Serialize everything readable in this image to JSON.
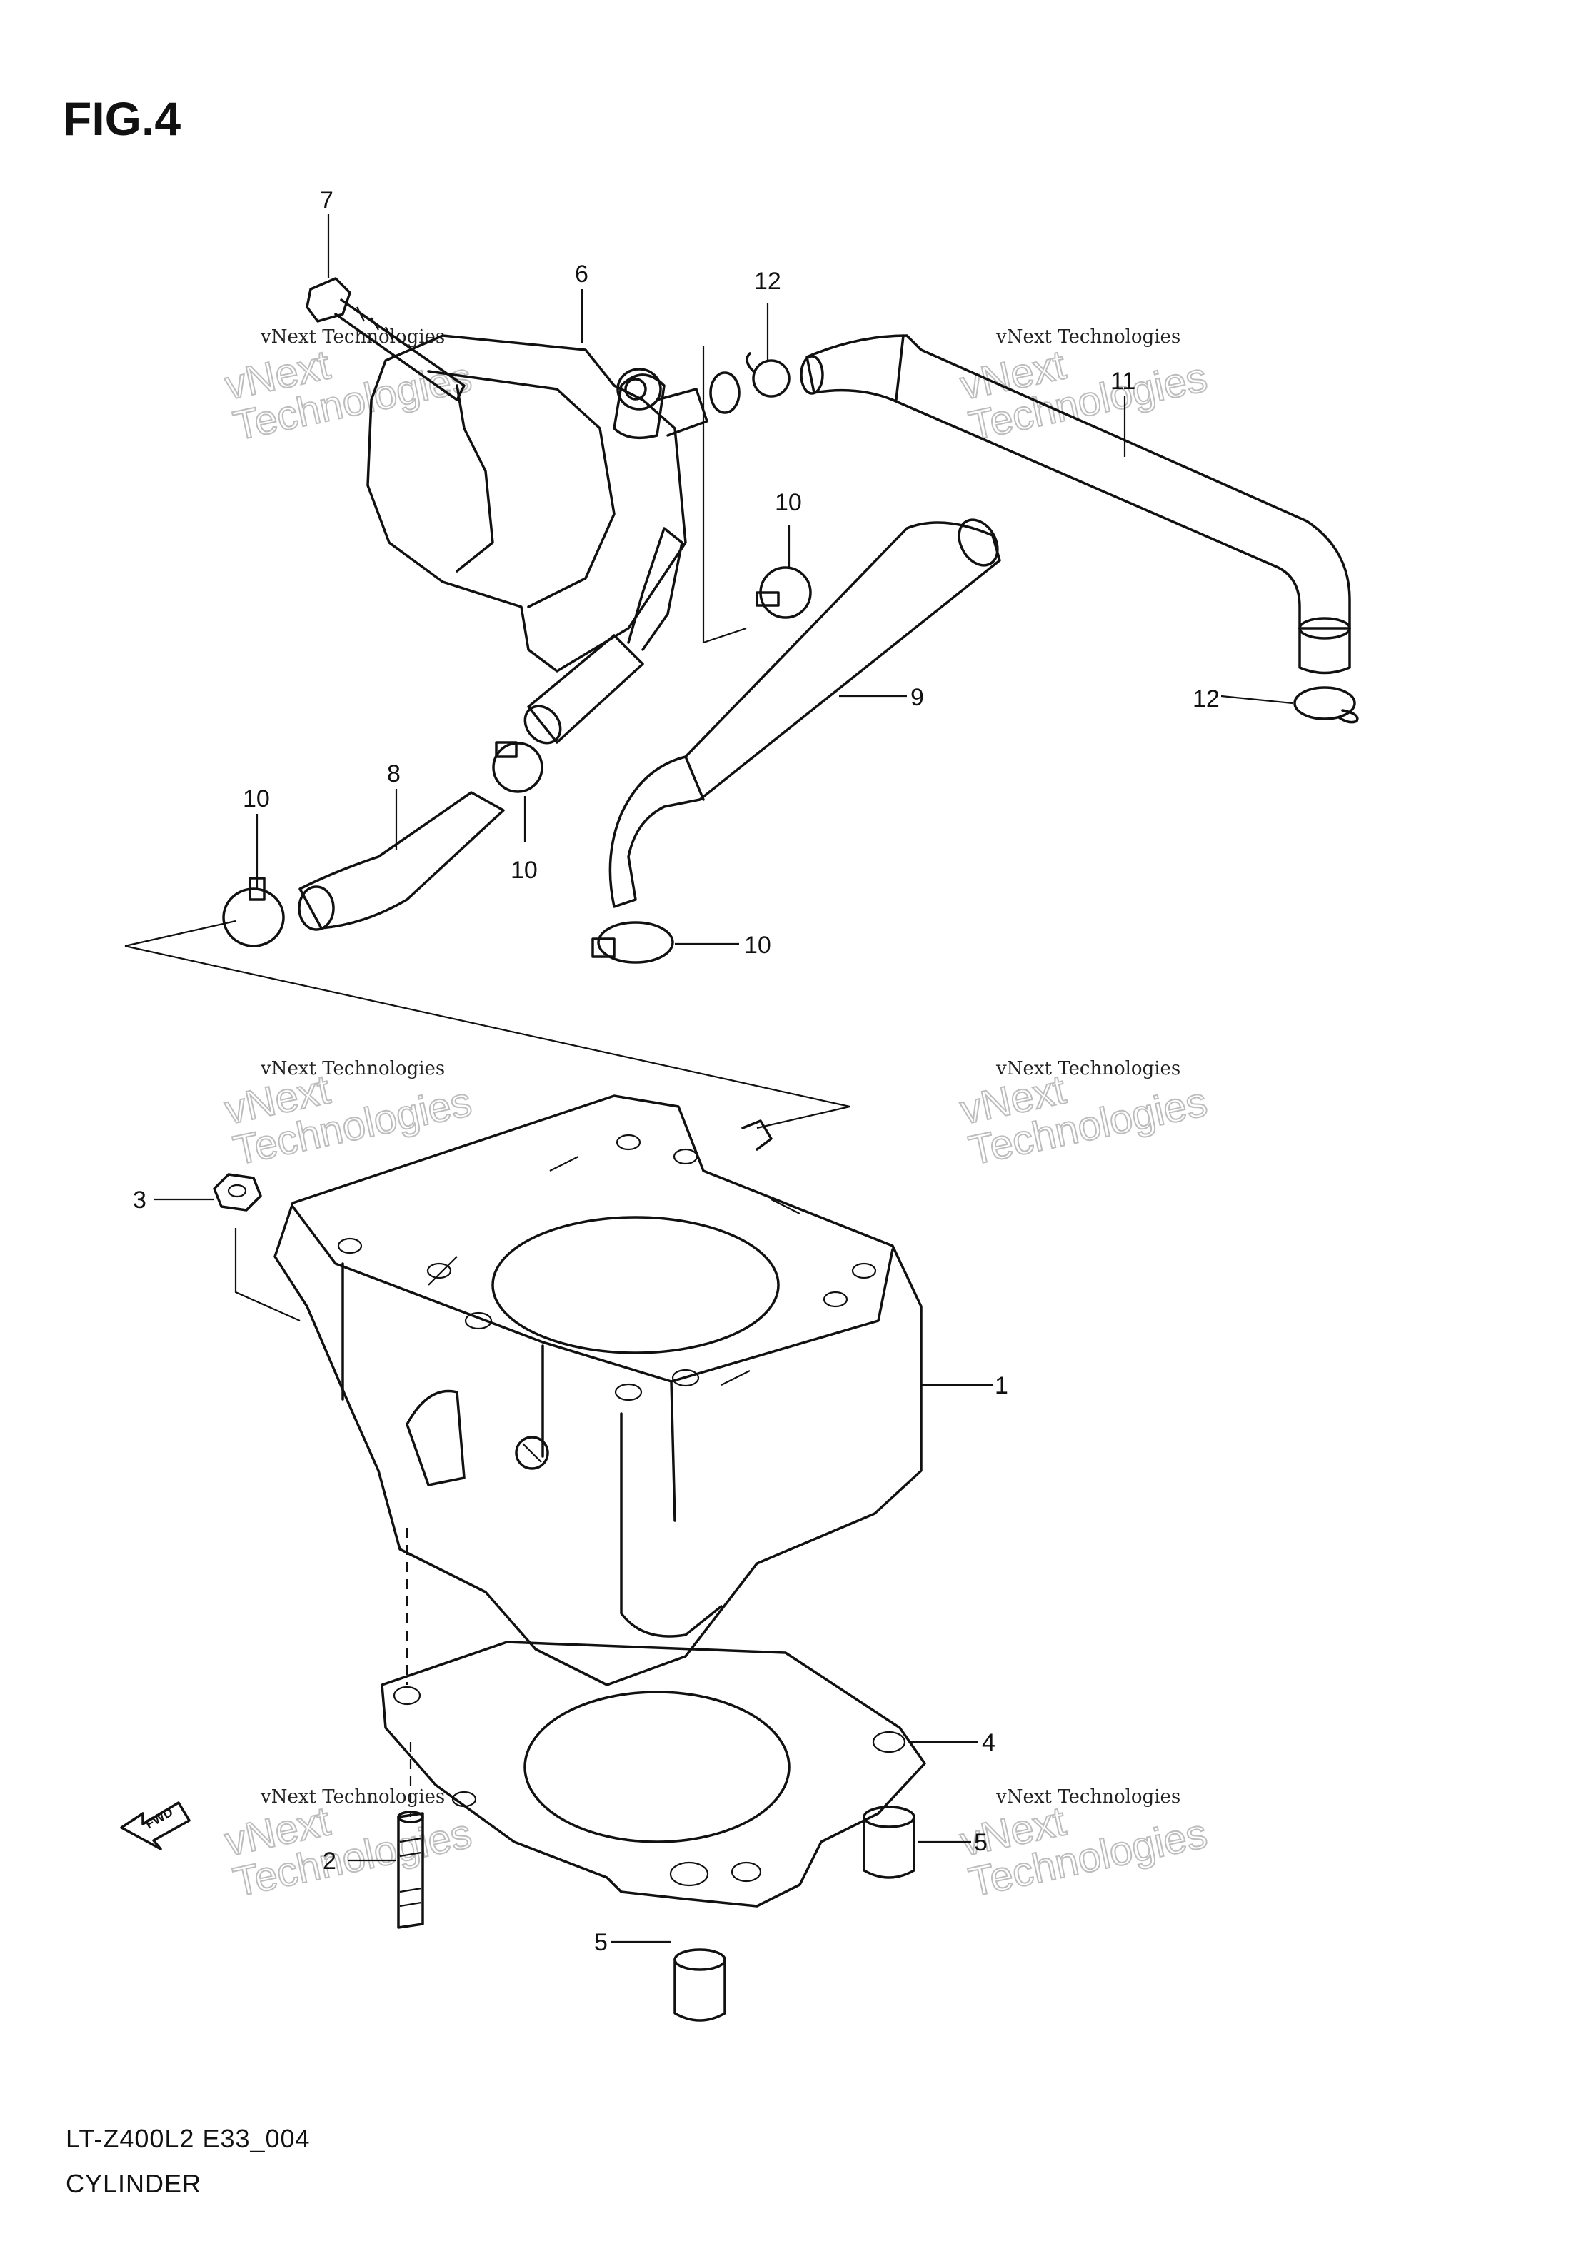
{
  "figure": {
    "title": "FIG.4"
  },
  "footer": {
    "model_code": "LT-Z400L2 E33_004",
    "part_name": "CYLINDER"
  },
  "watermark": {
    "line1": "vNext Technologies",
    "line2": "vNext\nTechnologies"
  },
  "fwd_label": "FWD",
  "callouts": {
    "c1": "1",
    "c2": "2",
    "c3": "3",
    "c4": "4",
    "c5a": "5",
    "c5b": "5",
    "c6": "6",
    "c7": "7",
    "c8": "8",
    "c9": "9",
    "c10a": "10",
    "c10b": "10",
    "c10c": "10",
    "c10d": "10",
    "c11": "11",
    "c12a": "12",
    "c12b": "12"
  }
}
